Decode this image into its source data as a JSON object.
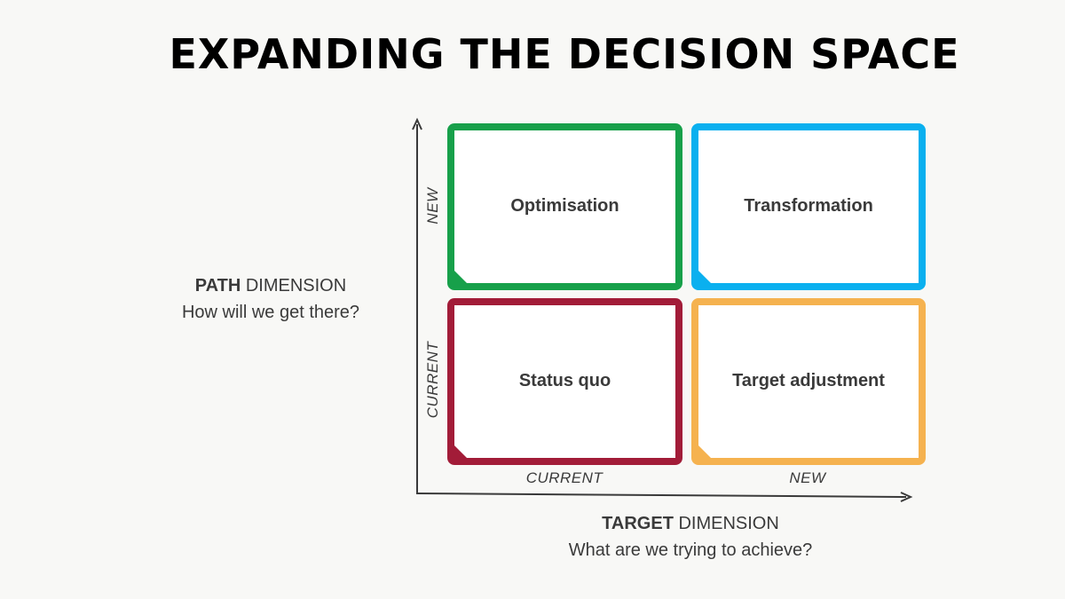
{
  "title": "EXPANDING THE DECISION SPACE",
  "path_dimension": {
    "strong": "PATH",
    "rest": " DIMENSION",
    "question": "How will we get there?"
  },
  "target_dimension": {
    "strong": "TARGET",
    "rest": " DIMENSION",
    "question": "What are we trying to achieve?"
  },
  "y_axis_ticks": {
    "top": "NEW",
    "bottom": "CURRENT"
  },
  "x_axis_ticks": {
    "left": "CURRENT",
    "right": "NEW"
  },
  "quadrants": {
    "optimisation": {
      "label": "Optimisation",
      "color": "#17a04a"
    },
    "transformation": {
      "label": "Transformation",
      "color": "#0ab0ef"
    },
    "status_quo": {
      "label": "Status quo",
      "color": "#a21c38"
    },
    "target_adjustment": {
      "label": "Target adjustment",
      "color": "#f5b24f"
    }
  }
}
